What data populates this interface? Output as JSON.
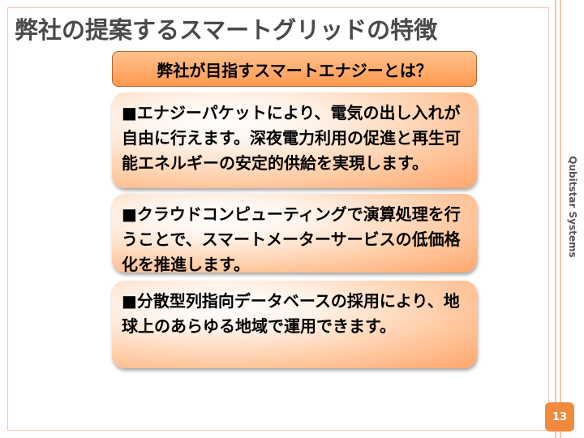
{
  "slide": {
    "title": "弊社の提案するスマートグリッドの特徴",
    "header": "弊社が目指すスマートエナジーとは？",
    "points": [
      "■エナジーパケットにより、電気の出し入れが自由に行えます。深夜電力利用の促進と再生可能エネルギーの安定的供給を実現します。",
      "■クラウドコンピューティングで演算処理を行うことで、スマートメーターサービスの低価格化を推進します。",
      "■分散型列指向データベースの採用により、地球上のあらゆる地域で運用できます。"
    ],
    "brand": "Qubitstar Systems",
    "page_number": "13"
  },
  "colors": {
    "accent": "#f08a3c",
    "header_top": "#ffc18e",
    "header_bottom": "#ff9a4f",
    "card_edge": "#ffa56a",
    "title_text": "#4a4a4a",
    "rule": "#f2c7ad"
  }
}
